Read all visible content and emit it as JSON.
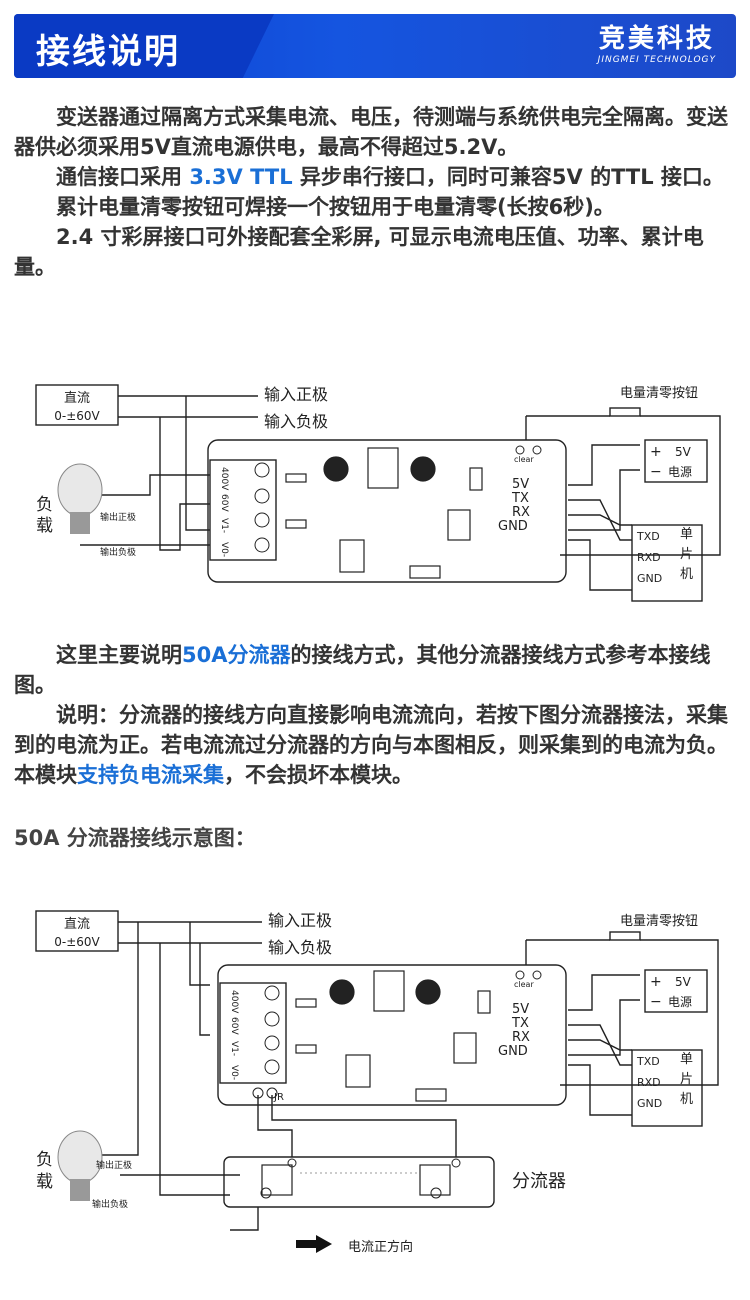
{
  "header": {
    "title": "接线说明",
    "brand_cn": "竞美科技",
    "brand_en": "JINGMEI TECHNOLOGY"
  },
  "intro": {
    "p1": "变送器通过隔离方式采集电流、电压，待测端与系统供电完全隔离。变送器供必须采用5V直流电源供电，最高不得超过5.2V。",
    "p2_before": "通信接口采用 ",
    "p2_highlight": "3.3V TTL",
    "p2_after": " 异步串行接口，同时可兼容5V 的TTL 接口。",
    "p3": "累计电量清零按钮可焊接一个按钮用于电量清零(长按6秒)。",
    "p4": "2.4 寸彩屏接口可外接配套全彩屏, 可显示电流电压值、功率、累计电量。"
  },
  "section2": {
    "p1_before": "这里主要说明",
    "p1_highlight": "50A分流器",
    "p1_after": "的接线方式，其他分流器接线方式参考本接线图。",
    "p2_before": "说明：分流器的接线方向直接影响电流流向，若按下图分流器接法，采集到的电流为正。若电流流过分流器的方向与本图相反，则采集到的电流为负。本模块",
    "p2_highlight": "支持负电流采集",
    "p2_after": "，不会损坏本模块。"
  },
  "heading_50a": "50A 分流器接线示意图：",
  "diagram": {
    "dc_source_line1": "直流",
    "dc_source_line2": "0-±60V",
    "input_positive": "输入正极",
    "input_negative": "输入负极",
    "clear_button": "电量清零按钮",
    "clear_label": "clear",
    "power_plus": "+",
    "power_minus": "−",
    "power_5v": "5V",
    "power_label": "电源",
    "pins": [
      "5V",
      "TX",
      "RX",
      "GND"
    ],
    "mcu_pins": [
      "TXD",
      "RXD",
      "GND"
    ],
    "mcu_label": [
      "单",
      "片",
      "机"
    ],
    "terminals": [
      "400V",
      "60V",
      "V1-",
      "V0-"
    ],
    "load_label": [
      "负",
      "载"
    ],
    "output_positive": "输出正极",
    "output_negative": "输出负极",
    "jr_label": "JR",
    "shunt_label": "分流器",
    "current_direction": "电流正方向"
  },
  "colors": {
    "header_blue": "#1555e0",
    "highlight_blue": "#1a6fd6"
  }
}
